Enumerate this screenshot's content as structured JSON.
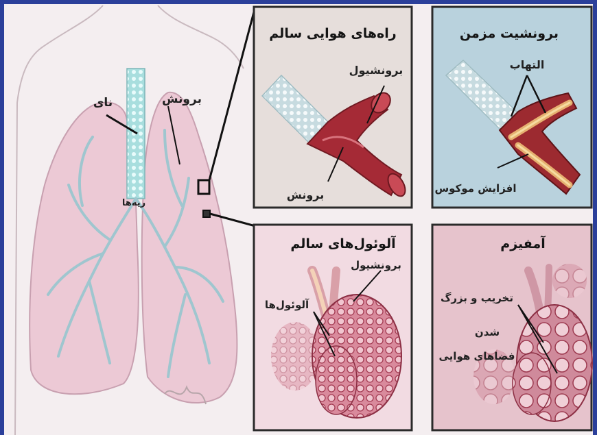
{
  "colors": {
    "frame": "#2b3f9a",
    "panel_bg": "#f4eef0",
    "lung_fill": "#e9c9d4",
    "airway_teal": "#9fd3d3",
    "bronchiole_red": "#a52a36",
    "healthy_airway_box": "#e6dedb",
    "bronchitis_box": "#b9d2dd",
    "alveoli_box": "#f2dbe2",
    "emphysema_box": "#e6c3cc",
    "box_border": "#2a2a2a"
  },
  "lung_overview": {
    "trachea_label": "نای",
    "bronchus_label": "برونش",
    "lung_label": "ریه‌ها"
  },
  "panels": {
    "healthy_airways": {
      "title": "راه‌های هوایی سالم",
      "bronchiole_label": "برونشیول",
      "bronchus_label": "برونش"
    },
    "chronic_bronchitis": {
      "title": "برونشیت مزمن",
      "inflammation_label": "التهاب",
      "mucus_label": "افزایش موکوس"
    },
    "healthy_alveoli": {
      "title": "آلوئول‌های سالم",
      "bronchiole_label": "برونشیول",
      "alveoli_label": "آلوئول‌ها"
    },
    "emphysema": {
      "title": "آمفیزم",
      "damage_line1": "تخریب و بزرگ",
      "damage_line2": "شدن",
      "damage_line3": "فضاهای هوایی"
    }
  }
}
